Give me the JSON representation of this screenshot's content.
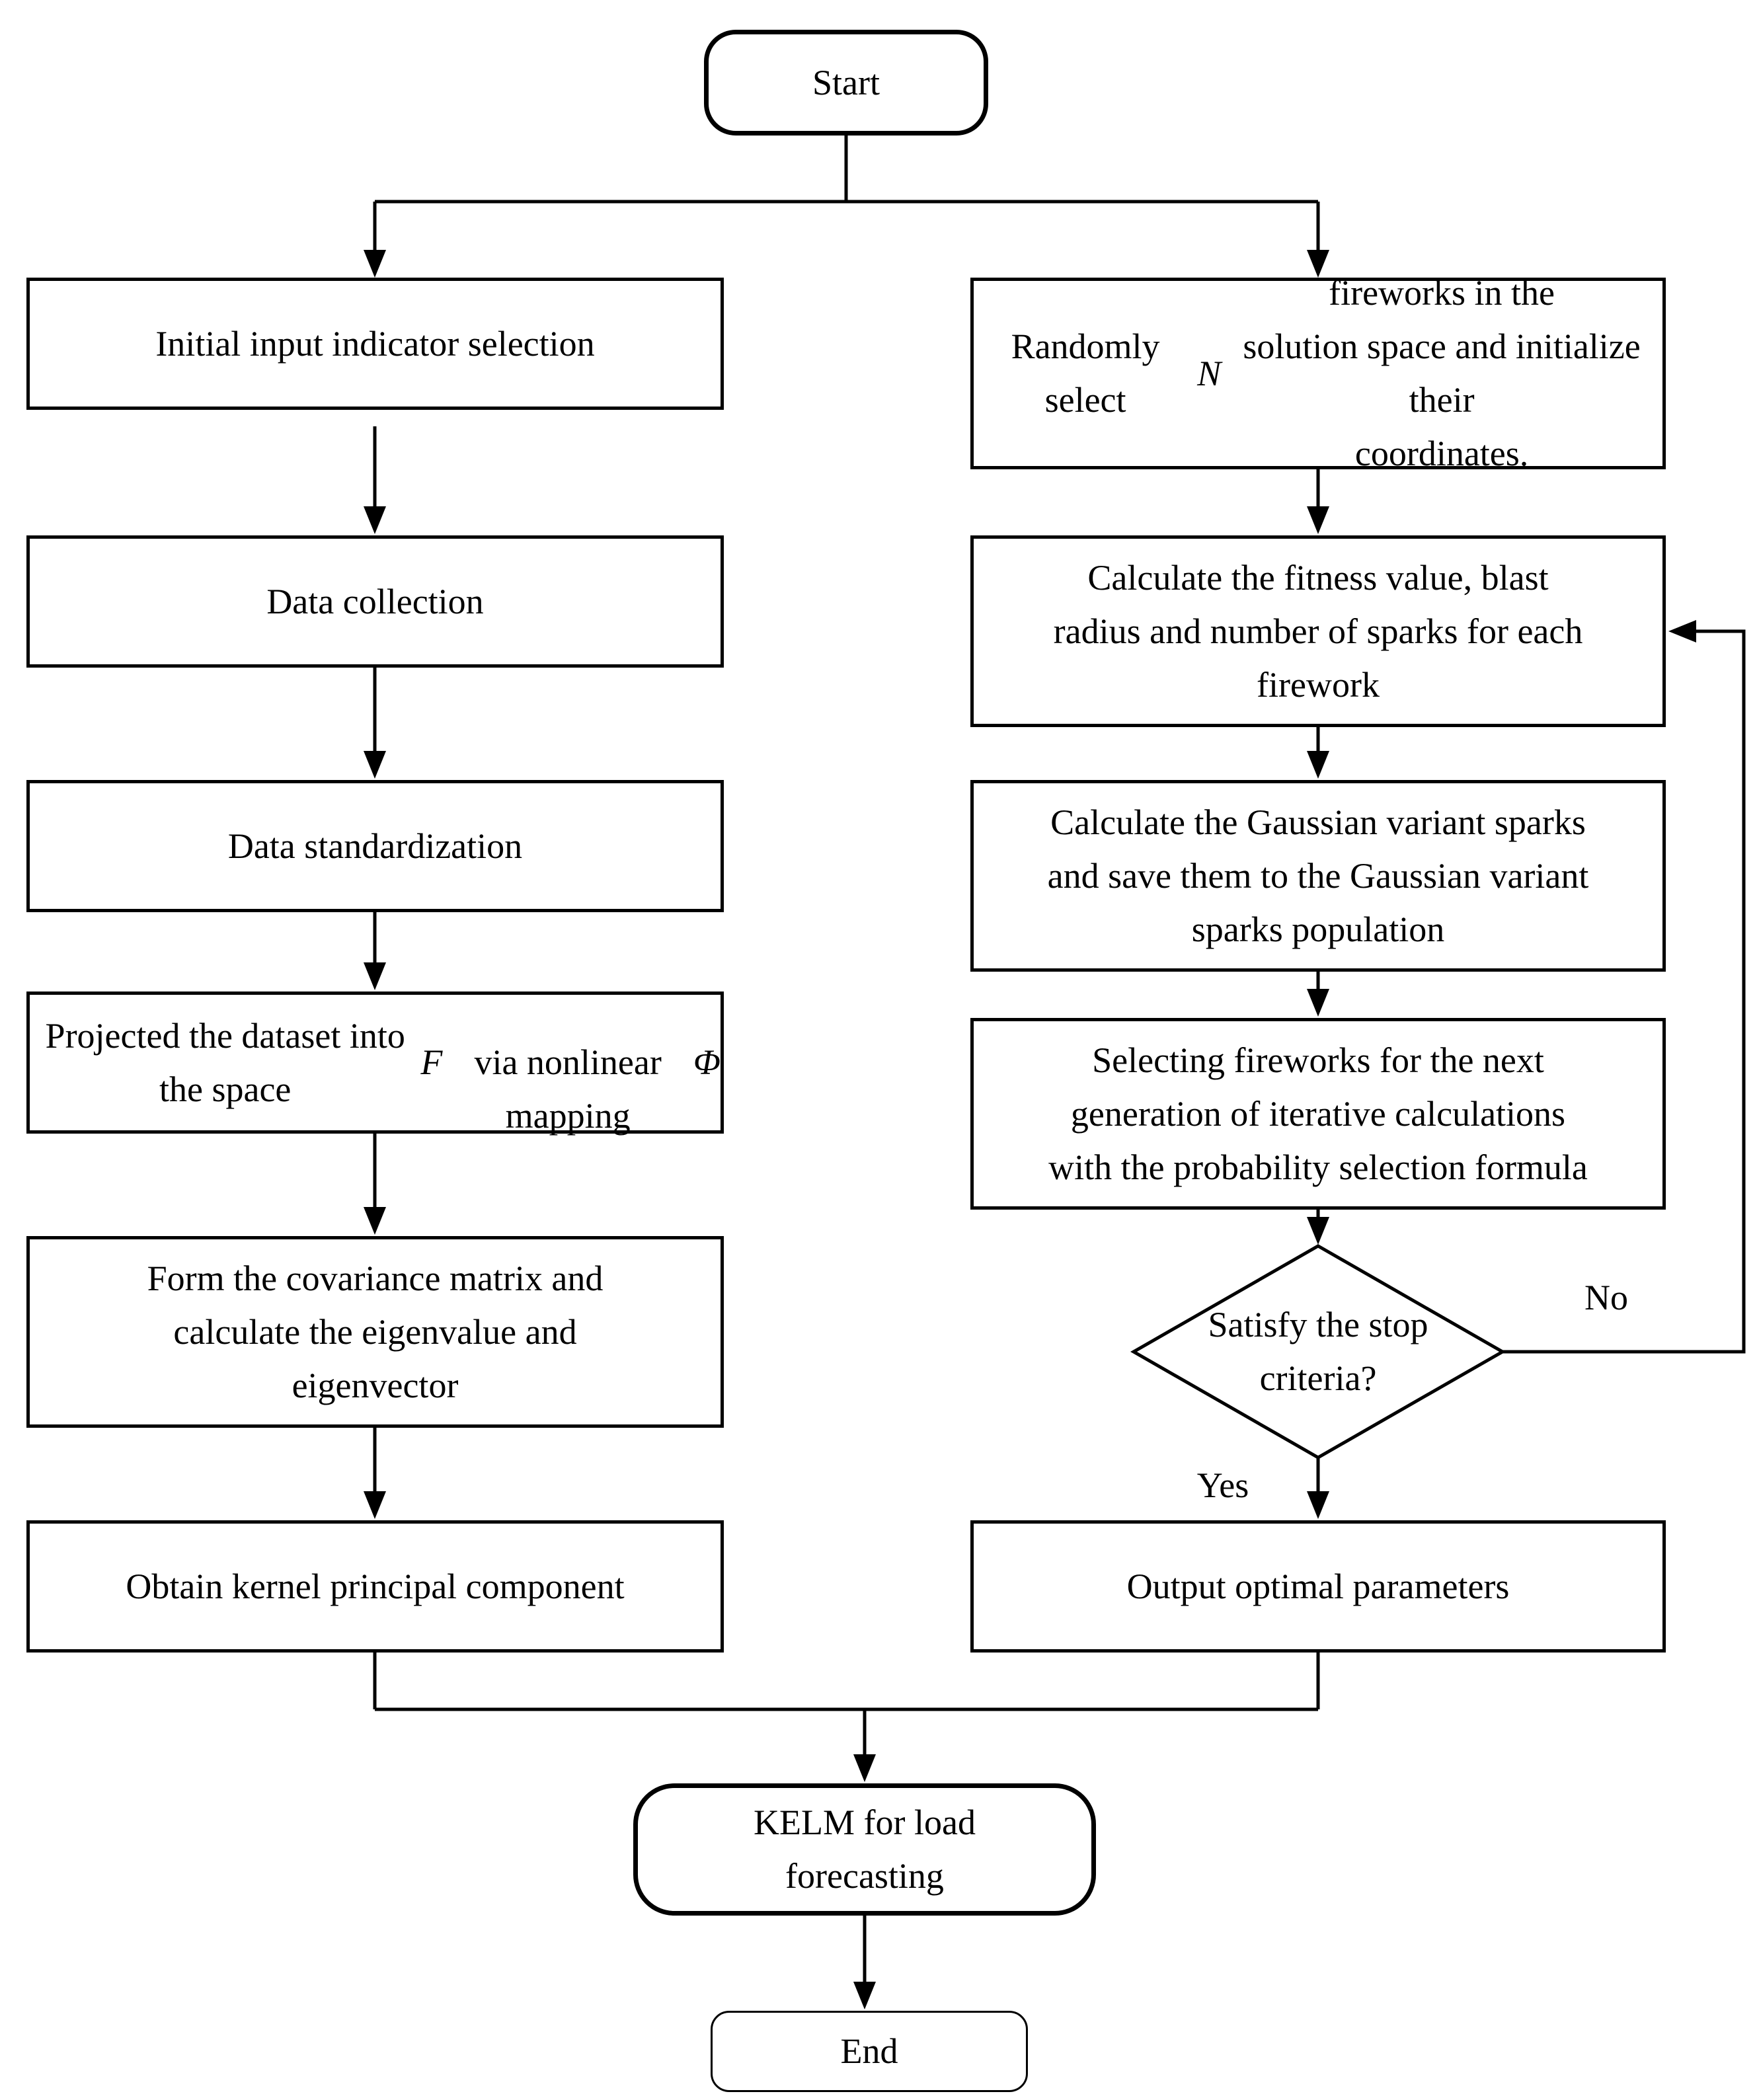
{
  "flowchart": {
    "start": {
      "label": "Start"
    },
    "left_branch": [
      {
        "label": "Initial input indicator selection"
      },
      {
        "label": "Data collection"
      },
      {
        "label": "Data standardization"
      },
      {
        "label": "Projected the dataset into the space *F*\nvia nonlinear mapping *Φ*"
      },
      {
        "label": "Form the covariance matrix and\ncalculate the eigenvalue and\neigenvector"
      },
      {
        "label": "Obtain kernel principal component"
      }
    ],
    "right_branch": [
      {
        "label": "Randomly select *N* fireworks in the\nsolution space and initialize their\ncoordinates."
      },
      {
        "label": "Calculate the fitness value, blast\nradius and number of sparks for each\nfirework"
      },
      {
        "label": "Calculate the Gaussian variant sparks\nand save them to the Gaussian variant\nsparks population"
      },
      {
        "label": "Selecting fireworks for the next\ngeneration of iterative calculations\nwith the probability selection formula"
      }
    ],
    "decision": {
      "label": "Satisfy the stop\ncriteria?",
      "yes_label": "Yes",
      "no_label": "No"
    },
    "output": {
      "label": "Output optimal parameters"
    },
    "kelm": {
      "label": "KELM for load\nforecasting"
    },
    "end": {
      "label": "End"
    },
    "colors": {
      "stroke": "#000000",
      "background": "#ffffff"
    }
  }
}
